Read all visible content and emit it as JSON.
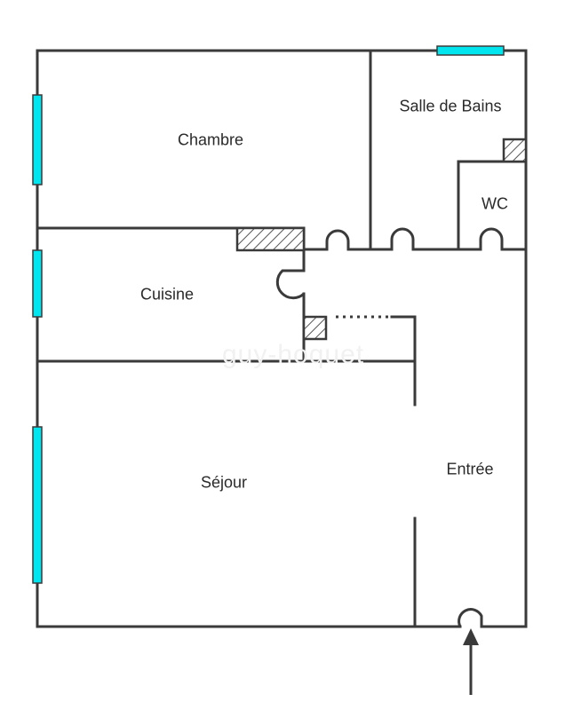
{
  "colors": {
    "wall": "#3a3a3a",
    "window": "#00e5ee",
    "hatch": "#3a3a3a"
  },
  "rooms": {
    "chambre": "Chambre",
    "salle_de_bains": "Salle de Bains",
    "wc": "WC",
    "cuisine": "Cuisine",
    "sejour": "Séjour",
    "entree": "Entrée"
  },
  "watermark": "guy-hoquet"
}
